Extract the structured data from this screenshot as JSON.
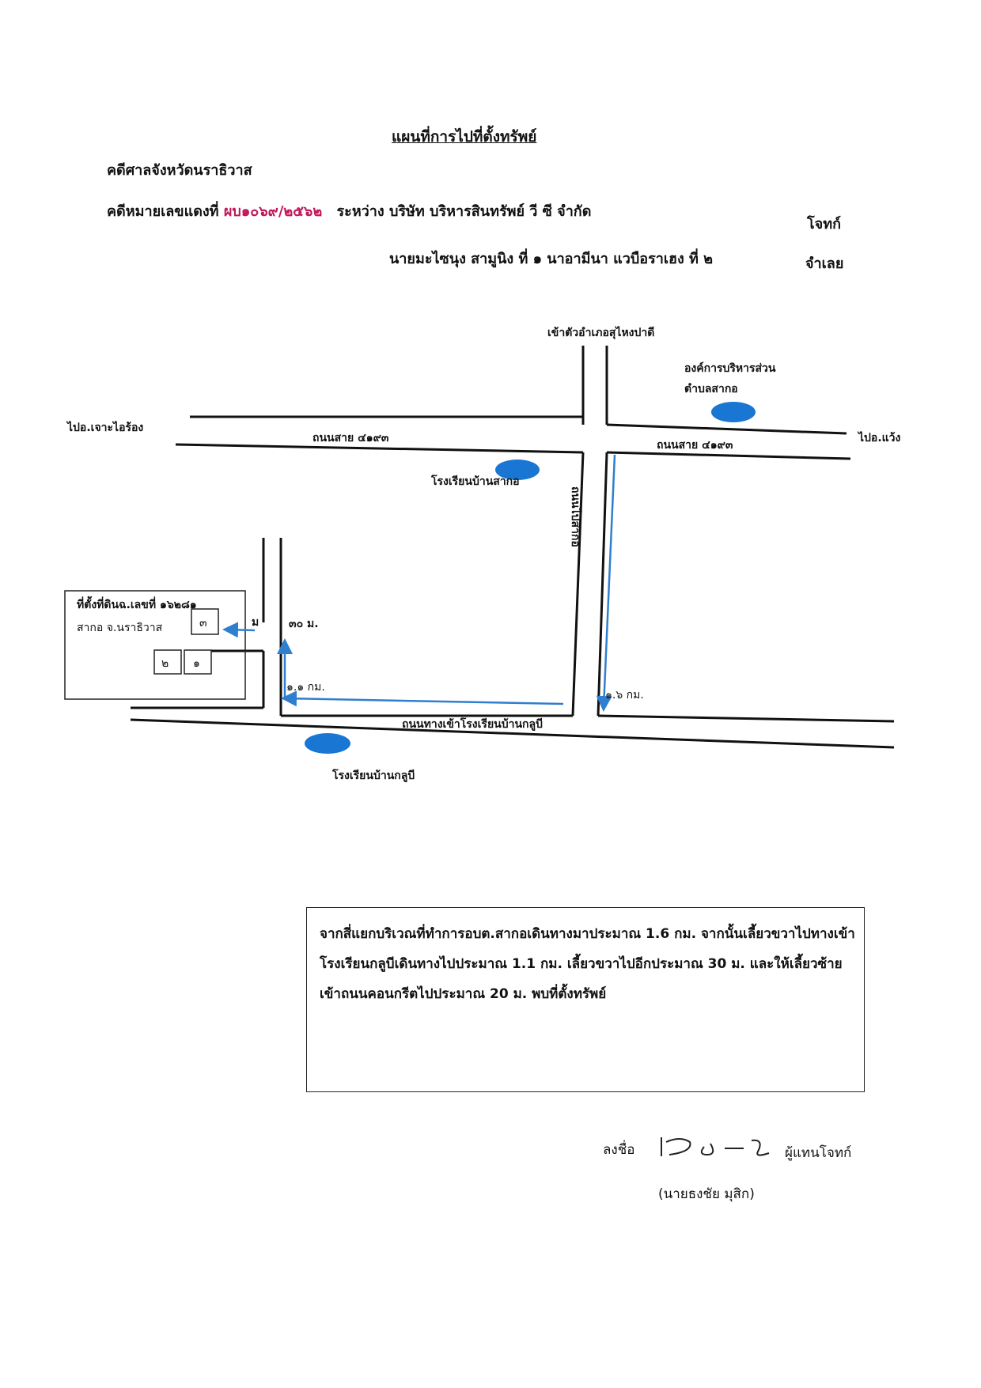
{
  "header": {
    "title": "แผนที่การไปที่ตั้งทรัพย์",
    "court": "คดีศาลจังหวัดนราธิวาส",
    "case_prefix": "คดีหมายเลขแดงที่",
    "case_no": "ผบ๑๐๖๙/๒๕๖๒",
    "between_line": "ระหว่าง บริษัท บริหารสินทรัพย์ วี ซี จำกัด",
    "plaintiff_label": "โจทก์",
    "defendants_line": "นายมะไซนุง สามูนิง ที่ ๑ นาอามีนา แวบือราเฮง ที่ ๒",
    "defendant_label": "จำเลย"
  },
  "map": {
    "to_town": "เข้าตัวอำเภอสุไหงปาดี",
    "sao_line1": "องค์การบริหารส่วน",
    "sao_line2": "ตำบลสากอ",
    "to_left": "ไปอ.เจาะไอร้อง",
    "to_right": "ไปอ.แว้ง",
    "road_left": "ถนนสาย ๔๑๙๓",
    "road_right": "ถนนสาย ๔๑๙๓",
    "school_sako": "โรงเรียนบ้านสากอ",
    "vertical_road": "ถนนไปสากอ",
    "parcel_line1": "ที่ตั้งที่ดินฉ.เลขที่ ๑๖๒๘๑",
    "parcel_line2": "สากอ จ.นราธิวาส",
    "plot1": "๑",
    "plot2": "๒",
    "plot3": "๓",
    "m_mark": "ม",
    "dist_30": "๓๐ ม.",
    "dist_11": "๑.๑ กม.",
    "dist_16": "๑.๖ กม.",
    "bottom_road": "ถนนทางเข้าโรงเรียนบ้านกลูบี",
    "school_kalubi": "โรงเรียนบ้านกลูบี",
    "route_color": "#2f7fd0",
    "marker_color": "#1976d2"
  },
  "directions": "จากสี่แยกบริเวณที่ทำการอบต.สากอเดินทางมาประมาณ 1.6 กม. จากนั้นเลี้ยวขวาไปทางเข้าโรงเรียนกลูบีเดินทางไปประมาณ 1.1 กม. เลี้ยวขวาไปอีกประมาณ 30 ม. และให้เลี้ยวซ้ายเข้าถนนคอนกรีตไปประมาณ 20 ม. พบที่ตั้งทรัพย์",
  "signature": {
    "label": "ลงชื่อ",
    "role": "ผู้แทนโจทก์",
    "name": "(นายธงชัย มุสิก)"
  }
}
